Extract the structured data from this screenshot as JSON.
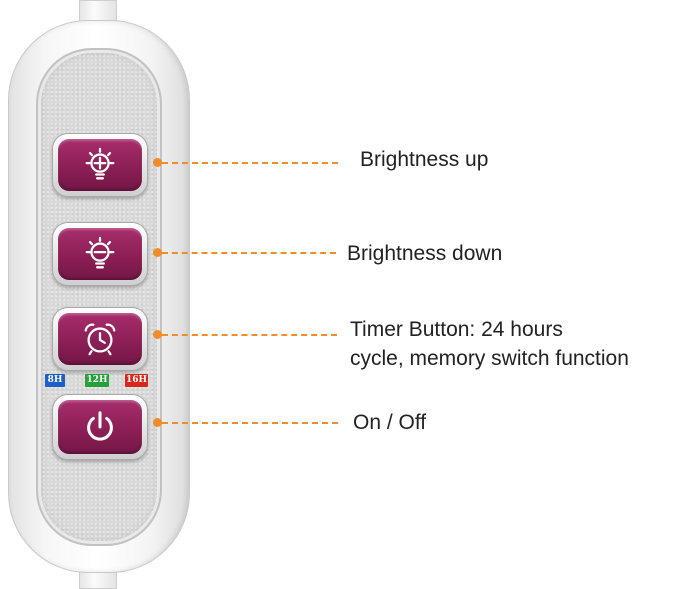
{
  "device": {
    "buttons": [
      {
        "id": "brightness-up",
        "icon": "bulb-plus-icon"
      },
      {
        "id": "brightness-down",
        "icon": "bulb-minus-icon"
      },
      {
        "id": "timer",
        "icon": "alarm-clock-icon"
      },
      {
        "id": "power",
        "icon": "power-icon"
      }
    ],
    "timer_indicators": [
      {
        "label": "8H",
        "color": "#1f5fc4"
      },
      {
        "label": "12H",
        "color": "#26a13a"
      },
      {
        "label": "16H",
        "color": "#d8261d"
      }
    ],
    "colors": {
      "button_face": "#8c1f56",
      "leader": "#f08c2a"
    }
  },
  "callouts": {
    "brightness_up": "Brightness up",
    "brightness_down": "Brightness down",
    "timer_line1": "Timer Button: 24 hours",
    "timer_line2": "cycle, memory switch function",
    "power": "On / Off"
  }
}
